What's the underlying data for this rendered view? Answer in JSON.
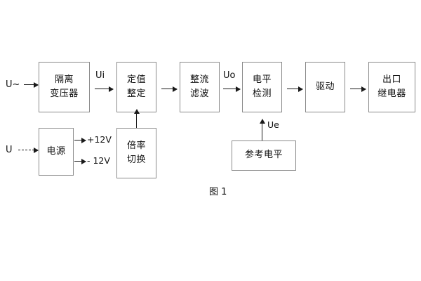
{
  "figure": {
    "caption": "图 1",
    "stroke_color": "#8a8a8a",
    "line_color": "#1a1a1a",
    "background": "#ffffff"
  },
  "inputs": {
    "ac_source": "U~",
    "dc_source": "U"
  },
  "blocks": {
    "isolation_transformer": {
      "line1": "隔离",
      "line2": "变压器"
    },
    "setting_value": {
      "line1": "定值",
      "line2": "整定"
    },
    "rectify_filter": {
      "line1": "整流",
      "line2": "滤波"
    },
    "level_detection": {
      "line1": "电平",
      "line2": "检测"
    },
    "drive": {
      "line1": "驱动"
    },
    "output_relay": {
      "line1": "出口",
      "line2": "继电器"
    },
    "power_supply": {
      "line1": "电源"
    },
    "multiplier_switch": {
      "line1": "倍率",
      "line2": "切换"
    },
    "reference_level": {
      "line1": "参考电平"
    }
  },
  "signals": {
    "ui": "Ui",
    "uo": "Uo",
    "ue": "Ue",
    "rail_positive": "+12V",
    "rail_negative": "- 12V"
  }
}
